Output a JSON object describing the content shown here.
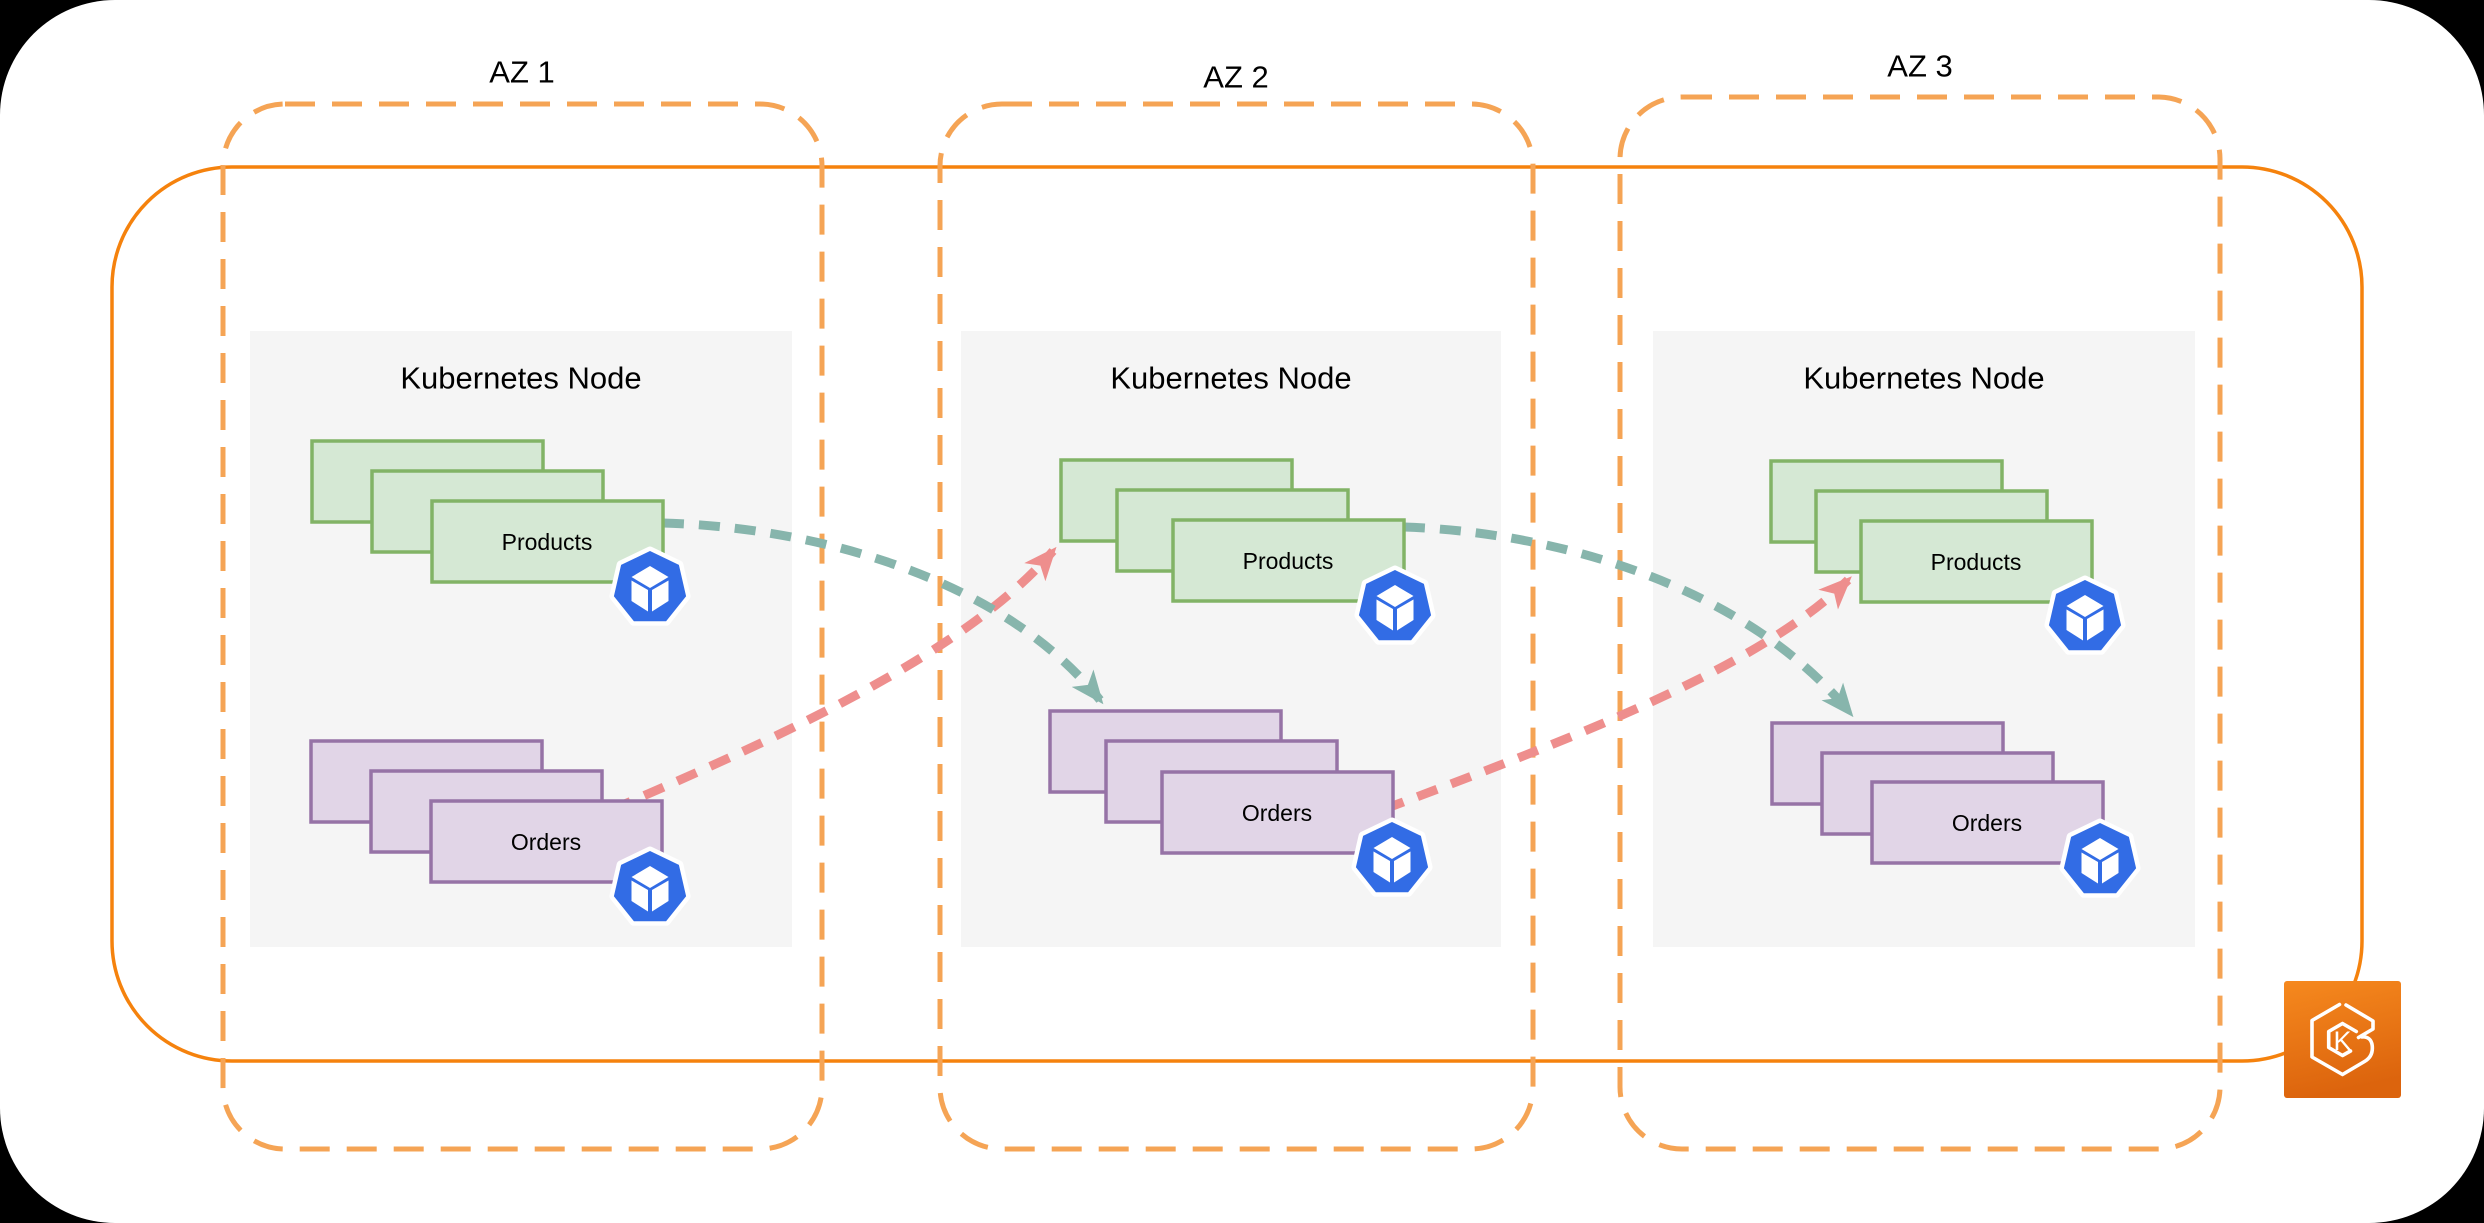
{
  "zones": [
    {
      "label": "AZ 1",
      "node": {
        "label": "Kubernetes Node",
        "pods": [
          {
            "label": "Products"
          },
          {
            "label": "Orders"
          }
        ]
      }
    },
    {
      "label": "AZ 2",
      "node": {
        "label": "Kubernetes Node",
        "pods": [
          {
            "label": "Products"
          },
          {
            "label": "Orders"
          }
        ]
      }
    },
    {
      "label": "AZ 3",
      "node": {
        "label": "Kubernetes Node",
        "pods": [
          {
            "label": "Products"
          },
          {
            "label": "Orders"
          }
        ]
      }
    }
  ],
  "connections": [
    {
      "from": "az1-products",
      "to": "az2-orders",
      "style": "teal-dashed-arrow"
    },
    {
      "from": "az1-orders",
      "to": "az2-products",
      "style": "pink-dashed-arrow"
    },
    {
      "from": "az2-products",
      "to": "az3-orders",
      "style": "teal-dashed-arrow"
    },
    {
      "from": "az2-orders",
      "to": "az3-products",
      "style": "pink-dashed-arrow"
    }
  ],
  "icons": {
    "pod": "kubernetes-pod-icon",
    "cluster": "amazon-eks-icon",
    "eks_letter": "K"
  },
  "colors": {
    "canvas": "#FFFFFF",
    "label_text": "#000000",
    "cluster_border": "#F5820D",
    "az_border": "#F5A455",
    "node_fill": "#F5F5F5",
    "products_fill": "#D5E8D4",
    "products_border": "#82B366",
    "orders_fill": "#E1D5E7",
    "orders_border": "#9673A6",
    "pod_icon_blue": "#326CE5",
    "teal_arrow": "#87B5AC",
    "pink_arrow": "#EE8E8D",
    "eks_gradient_top": "#F6891E",
    "eks_gradient_bottom": "#DC640D"
  }
}
